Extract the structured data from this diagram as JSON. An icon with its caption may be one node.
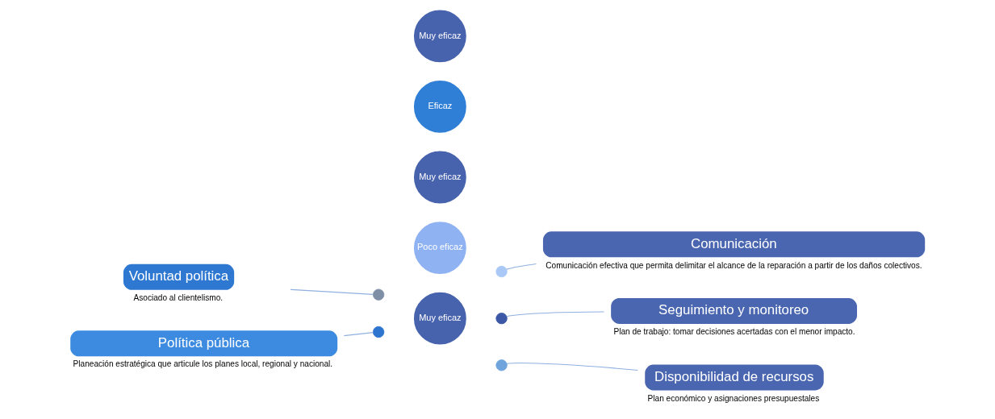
{
  "diagram": {
    "nodes": [
      {
        "text": [
          "Comunicación"
        ],
        "beside": [
          "Comunicación efectiva que permita delimitar el alcance de la reparación a partir de los daños colectivos."
        ]
      },
      {
        "text": [
          "Voluntad política"
        ],
        "beside": [
          "Asociado al clientelismo."
        ]
      },
      {
        "text": [
          "Seguimiento y monitoreo"
        ],
        "beside": [
          "Plan de trabajo: tomar decisiones acertadas con el menor impacto."
        ]
      },
      {
        "text": [
          "Política pública"
        ],
        "beside": [
          "Planeación estratégica que articule los planes local, regional y nacional."
        ]
      },
      {
        "text": [
          "Disponibilidad de recursos"
        ],
        "beside": [
          "Plan económico y asignaciones presupuestales"
        ]
      },
      {
        "text": [],
        "shape": "circle"
      },
      {
        "text": [],
        "shape": "circle"
      },
      {
        "text": [],
        "shape": "circle"
      },
      {
        "text": [],
        "shape": "circle"
      },
      {
        "text": [],
        "shape": "circle"
      },
      {
        "text": [
          "Muy eficaz"
        ]
      },
      {
        "text": [
          "Poco eficaz"
        ]
      },
      {
        "text": [
          "Muy eficaz"
        ]
      },
      {
        "text": [
          "Eficaz"
        ]
      },
      {
        "text": [
          "Muy eficaz"
        ]
      }
    ],
    "edges": [
      {
        "from": 0,
        "to": 5,
        "arrow": "none"
      },
      {
        "from": 1,
        "to": 6,
        "arrow": "none"
      },
      {
        "from": 2,
        "to": 7,
        "arrow": "none"
      },
      {
        "from": 3,
        "to": 8,
        "arrow": "none"
      },
      {
        "from": 4,
        "to": 9,
        "arrow": "none"
      }
    ]
  }
}
